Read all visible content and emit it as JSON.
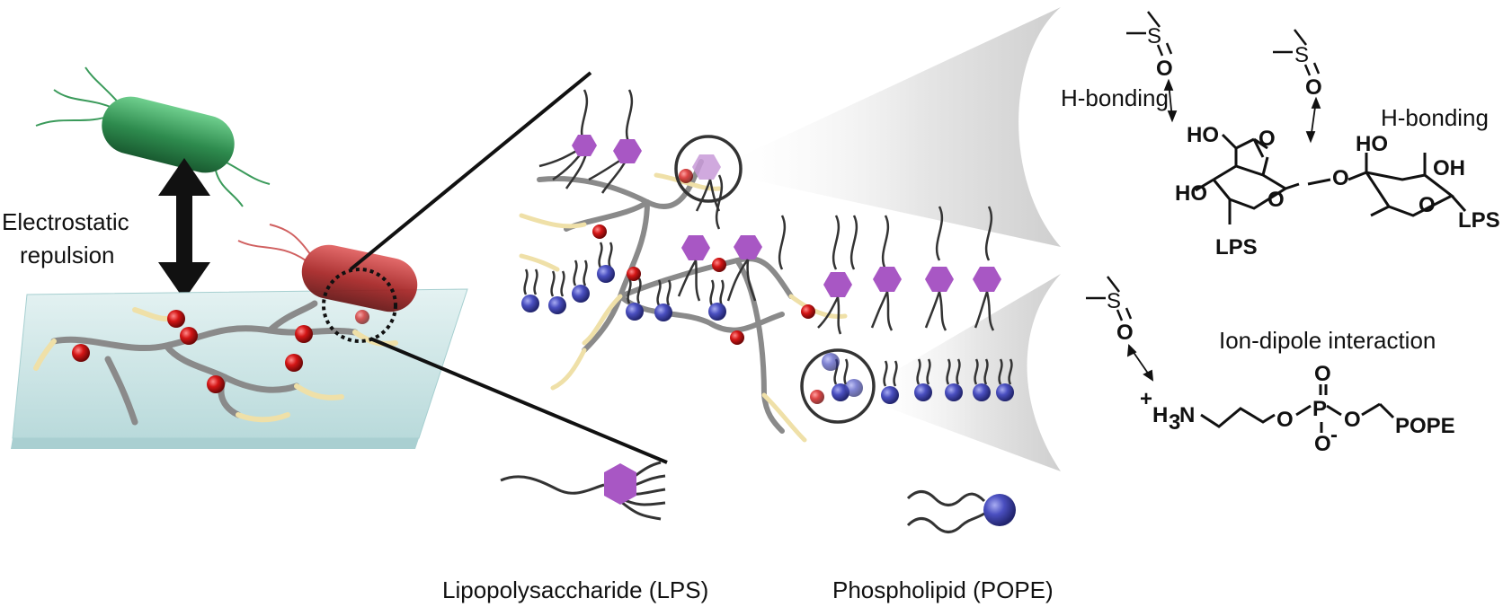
{
  "left_panel": {
    "label_line1": "Electrostatic",
    "label_line2": "repulsion"
  },
  "interactions": {
    "hbond_left": "H-bonding",
    "hbond_right": "H-bonding",
    "ion_dipole": "Ion-dipole interaction"
  },
  "chem": {
    "s": "S",
    "o": "O",
    "ho": "HO",
    "oh": "OH",
    "lps": "LPS",
    "h3n_plus": "+",
    "h3n": "H",
    "h3n_sub": "3",
    "n": "N",
    "p": "P",
    "o_minus": "-",
    "pope": "POPE"
  },
  "legend": {
    "lps": "Lipopolysaccharide (LPS)",
    "pope": "Phospholipid (POPE)"
  },
  "colors": {
    "bacterium_green": "#2e8b4e",
    "bacterium_red": "#b22a2a",
    "surface": "#cfe7e8",
    "red_bead": "#d11a1a",
    "lps_hexagon": "#a857c4",
    "lipid_head": "#4a4fc0",
    "polymer_gray": "#8a8a8a",
    "chain_yellow": "#efe0a8"
  }
}
